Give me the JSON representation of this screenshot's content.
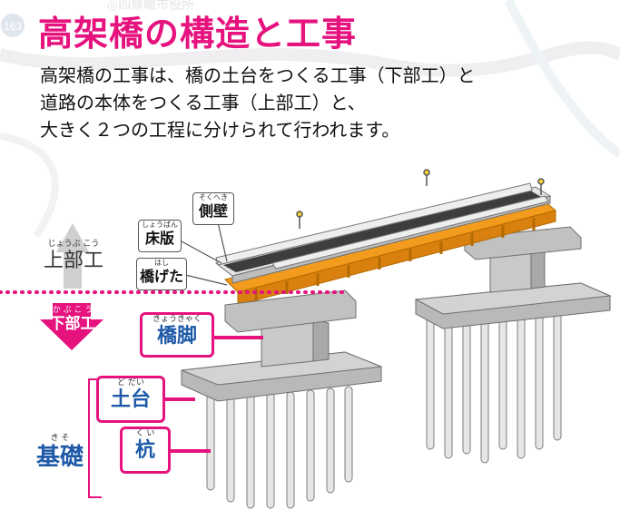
{
  "map_background": {
    "route_badge": "163",
    "place_label": "◎四條畷市役所"
  },
  "title": "高架橋の構造と工事",
  "intro_lines": [
    "高架橋の工事は、橋の土台をつくる工事（下部工）と",
    "道路の本体をつくる工事（上部工）と、",
    "大きく２つの工程に分けられて行われます。"
  ],
  "labels": {
    "sokuheki": {
      "ruby": "そくへき",
      "word": "側壁"
    },
    "shoban": {
      "ruby": "しょうばん",
      "word": "床版"
    },
    "hashigeta": {
      "ruby": "はし",
      "word": "橋げた"
    },
    "jobuko": {
      "ruby": "じょうぶ こう",
      "word": "上部工"
    },
    "kabuko": {
      "ruby": "か ぶ こ う",
      "word": "下部工"
    },
    "kyokyaku": {
      "ruby": "きょうきゃく",
      "word": "橋脚"
    },
    "dodai": {
      "ruby": "ど だい",
      "word": "土台"
    },
    "kui": {
      "ruby": "く い",
      "word": "杭"
    },
    "kiso": {
      "ruby": "き そ",
      "word": "基礎"
    }
  },
  "colors": {
    "title_pink": "#e6127e",
    "navy_label": "#1e5aa8",
    "girder_orange": "#f39b1c",
    "deck_dark": "#3d3d3d",
    "concrete": "#c4c4c4",
    "upper_arrow_gray": "#cfcfcf"
  }
}
